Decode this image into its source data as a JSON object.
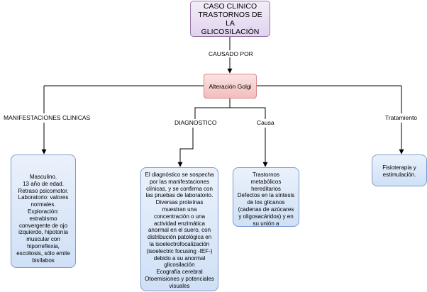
{
  "title": "CASO CLINICO\nTRASTORNOS DE LA\nGLICOSILACIÓN",
  "link_label": "CAUSADO POR",
  "cause": "Alteración Golgi",
  "branches": {
    "manifestaciones": {
      "label": "MANIFESTACIONES CLINICAS",
      "text": "Masculino.\n13 año de edad.\nRetraso psicomotor.\nLaboratorio: valores normales.\nExploración: estrabismo convergente de ojo izquierdo, hipotonía muscular con hiporreflexia, escoliosis, sólo emite bisílabos"
    },
    "diagnostico": {
      "label": "DIAGNOSTICO",
      "text": "El diagnóstico se sospecha por las manifestaciones clínicas,  y se confirma con las pruebas de laboratorio.\nDiversas proteínas muestran una concentración o una actividad enzimática anormal en el suero, con distribución patológica en la isoelectrofocalización (isoelectric focusing -IEF-) debido a su anormal glicosilación\nEcografía cerebral\nOtoemisiones y potenciales visuales\nDismorfia craneal"
    },
    "causa": {
      "label": "Causa",
      "text": "Trastornos metabólicos hereditarios\nDefectos en la síntesis de los glicanos (cadenas de azúcares y oligosacáridos) y en su unión a glicoconjugados."
    },
    "tratamiento": {
      "label": "Tratamiento",
      "text": "Fisioterapia y estimulación."
    }
  }
}
